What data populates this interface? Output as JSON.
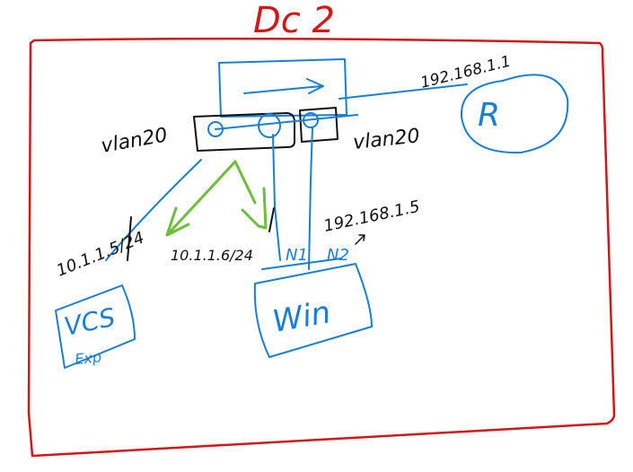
{
  "title": "Dc 2",
  "router": {
    "label": "R",
    "ip": "192.168.1.1"
  },
  "switch": {
    "vlan_left": "vlan20",
    "vlan_right": "vlan20"
  },
  "vcs": {
    "label": "VCS",
    "sublabel": "Exp",
    "ip": "10.1.1.5/24"
  },
  "win": {
    "label": "Win",
    "nic1": "N1",
    "nic1_ip": "10.1.1.6/24",
    "nic2": "N2",
    "nic2_ip": "192.168.1.5"
  },
  "colors": {
    "frame": "#d01818",
    "network": "#1a7fd4",
    "ink": "#111111",
    "arrow": "#6cbf3a"
  }
}
